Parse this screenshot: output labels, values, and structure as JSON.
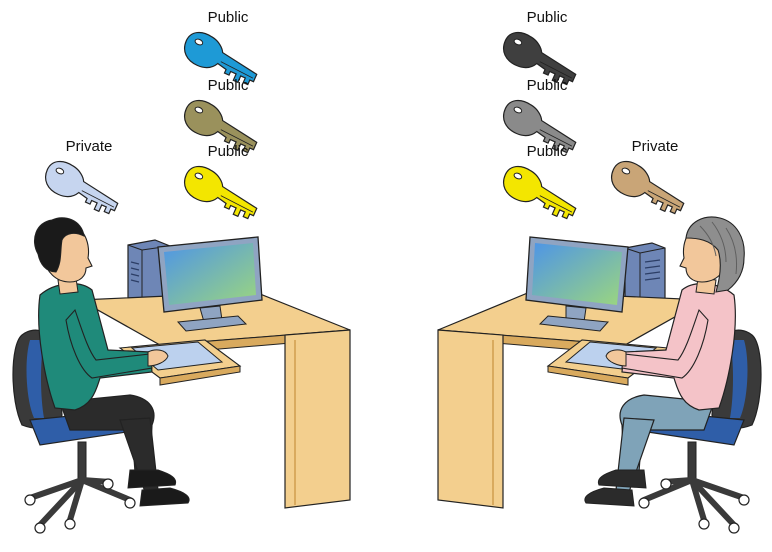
{
  "labels": {
    "public": "Public",
    "private": "Private"
  },
  "left_side": {
    "private_key": {
      "label": "Private",
      "color": "#c6d5ef"
    },
    "public_keys": [
      {
        "label": "Public",
        "color": "#1e9ad6"
      },
      {
        "label": "Public",
        "color": "#9a915c"
      },
      {
        "label": "Public",
        "color": "#f3e600"
      }
    ]
  },
  "right_side": {
    "public_keys": [
      {
        "label": "Public",
        "color": "#3f3f3f"
      },
      {
        "label": "Public",
        "color": "#8a8a8a"
      },
      {
        "label": "Public",
        "color": "#f3e600"
      }
    ],
    "private_key": {
      "label": "Private",
      "color": "#c9a577"
    }
  },
  "colors": {
    "desk": "#f3cf8e",
    "desk_edge": "#d9aa5e",
    "monitor_frame": "#8fa4c2",
    "screen_top": "#5aa0e8",
    "screen_bottom": "#8fd28b",
    "tower": "#6e86b6",
    "chair": "#2f5ea8",
    "chair_dark": "#3a3a3a",
    "man_shirt": "#1f8a7a",
    "man_pants": "#2b2b2b",
    "woman_shirt": "#f4c3c8",
    "woman_pants": "#7fa3b8",
    "woman_hair": "#8e8e8e",
    "skin": "#f2c79b",
    "man_hair": "#1a1a1a"
  }
}
